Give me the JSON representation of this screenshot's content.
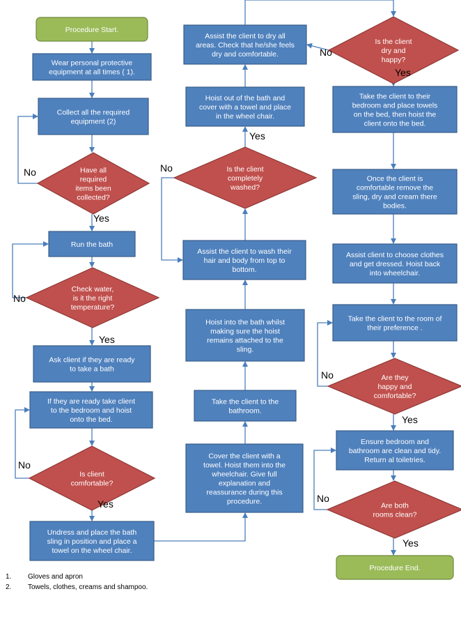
{
  "colors": {
    "process_fill": "#4f81bd",
    "process_stroke": "#385d8a",
    "decision_fill": "#c0504d",
    "decision_stroke": "#8c3836",
    "terminal_fill": "#9bbb59",
    "terminal_stroke": "#71893f",
    "connector": "#4a7ebb"
  },
  "nodes": {
    "start": [
      "Procedure Start."
    ],
    "wear_ppe": [
      "Wear personal protective",
      "equipment  at all times ( 1)."
    ],
    "collect": [
      "Collect all the required",
      "equipment (2)"
    ],
    "have_all": [
      "Have all",
      "required",
      "items been",
      "collected?"
    ],
    "run_bath": [
      "Run the bath"
    ],
    "check_water": [
      "Check water,",
      "is it the right",
      "temperature?"
    ],
    "ask_client": [
      "Ask client if they are ready",
      "to take a bath"
    ],
    "if_ready": [
      "If they are ready take client",
      "to the bedroom and hoist",
      "onto the bed."
    ],
    "is_comfortable": [
      "Is client",
      "comfortable?"
    ],
    "undress": [
      "Undress and place the bath",
      "sling in position and place a",
      "towel on the wheel chair."
    ],
    "cover": [
      "Cover the client with a",
      "towel. Hoist them into the",
      "wheelchair. Give full",
      "explanation and",
      "reassurance during this",
      "procedure."
    ],
    "take_bathroom": [
      "Take the client to the",
      "bathroom."
    ],
    "hoist_into": [
      "Hoist into the bath whilst",
      "making sure the hoist",
      "remains attached to the",
      "sling."
    ],
    "assist_wash": [
      "Assist the client to wash their",
      "hair and body from top to",
      "bottom."
    ],
    "completely_washed": [
      "Is the client",
      "completely",
      "washed?"
    ],
    "hoist_out": [
      "Hoist out of the bath and",
      "cover with a towel and place",
      "in the wheel chair."
    ],
    "assist_dry": [
      "Assist the client to dry all",
      "areas. Check that he/she feels",
      "dry  and comfortable."
    ],
    "dry_happy": [
      "Is the client",
      "dry and",
      "happy?"
    ],
    "take_bedroom": [
      "Take the client to their",
      "bedroom and place  towels",
      "on the bed, then hoist the",
      "client onto the bed."
    ],
    "once_comfortable": [
      "Once  the client is",
      "comfortable remove the",
      "sling, dry and cream there",
      "bodies."
    ],
    "choose_clothes": [
      "Assist client to choose clothes",
      "and get dressed. Hoist back",
      "into  wheelchair."
    ],
    "take_room": [
      "Take the client to the room of",
      "their preference ."
    ],
    "are_they_happy": [
      "Are they",
      "happy and",
      "comfortable?"
    ],
    "ensure_clean": [
      "Ensure bedroom and",
      "bathroom are clean and tidy.",
      "Return al  toiletries."
    ],
    "both_clean": [
      "Are both",
      "rooms clean?"
    ],
    "end": [
      "Procedure End."
    ]
  },
  "branch_labels": {
    "yes": "Yes",
    "no": "No"
  },
  "footnotes": [
    {
      "num": "1.",
      "text": "Gloves and apron"
    },
    {
      "num": "2.",
      "text": "Towels, clothes, creams and shampoo."
    }
  ]
}
